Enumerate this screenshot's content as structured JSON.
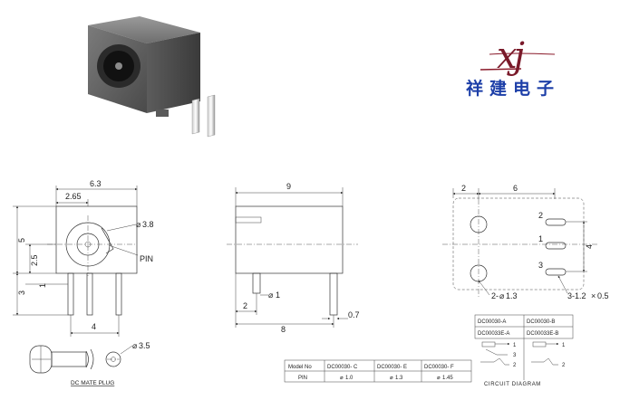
{
  "logo": {
    "monogram": "xj",
    "brand_name": "祥建电子"
  },
  "front_view": {
    "width": "6.3",
    "offset": "2.65",
    "hole_dia": "3.8",
    "pin_label": "PIN",
    "height": "5",
    "center_h": "2.5",
    "pin_off": "1",
    "pin_len": "3",
    "pin_span": "4"
  },
  "side_view": {
    "length": "9",
    "pin_dia": "1",
    "pin_pos": "2",
    "pin_span": "8",
    "pin_w": "0.7"
  },
  "footprint": {
    "off": "2",
    "span": "6",
    "pad_h": "4",
    "pin1": "1",
    "pin2": "2",
    "pin3": "3",
    "hole_note": "2-",
    "hole_dia": "1.3",
    "slot_note": "3-1.2",
    "slot_w": "0.5"
  },
  "plug": {
    "caption": "DC MATE PLUG",
    "dia": "3.5"
  },
  "model_table": {
    "h_model": "Model No",
    "h_pin": "PIN",
    "models": [
      "DC00030- C",
      "DC00030- E",
      "DC00030- F"
    ],
    "pins": [
      "1.0",
      "1.3",
      "1.45"
    ]
  },
  "circuit": {
    "header": [
      "DC00030-A",
      "DC00030-B",
      "DC00033E-A",
      "DC00033E-B"
    ],
    "caption": "CIRCUIT DIAGRAM",
    "n1": "1",
    "n2": "2",
    "n3": "3"
  },
  "colors": {
    "brand_blue": "#1d3fa8",
    "monogram_red": "#8a1a2a"
  }
}
